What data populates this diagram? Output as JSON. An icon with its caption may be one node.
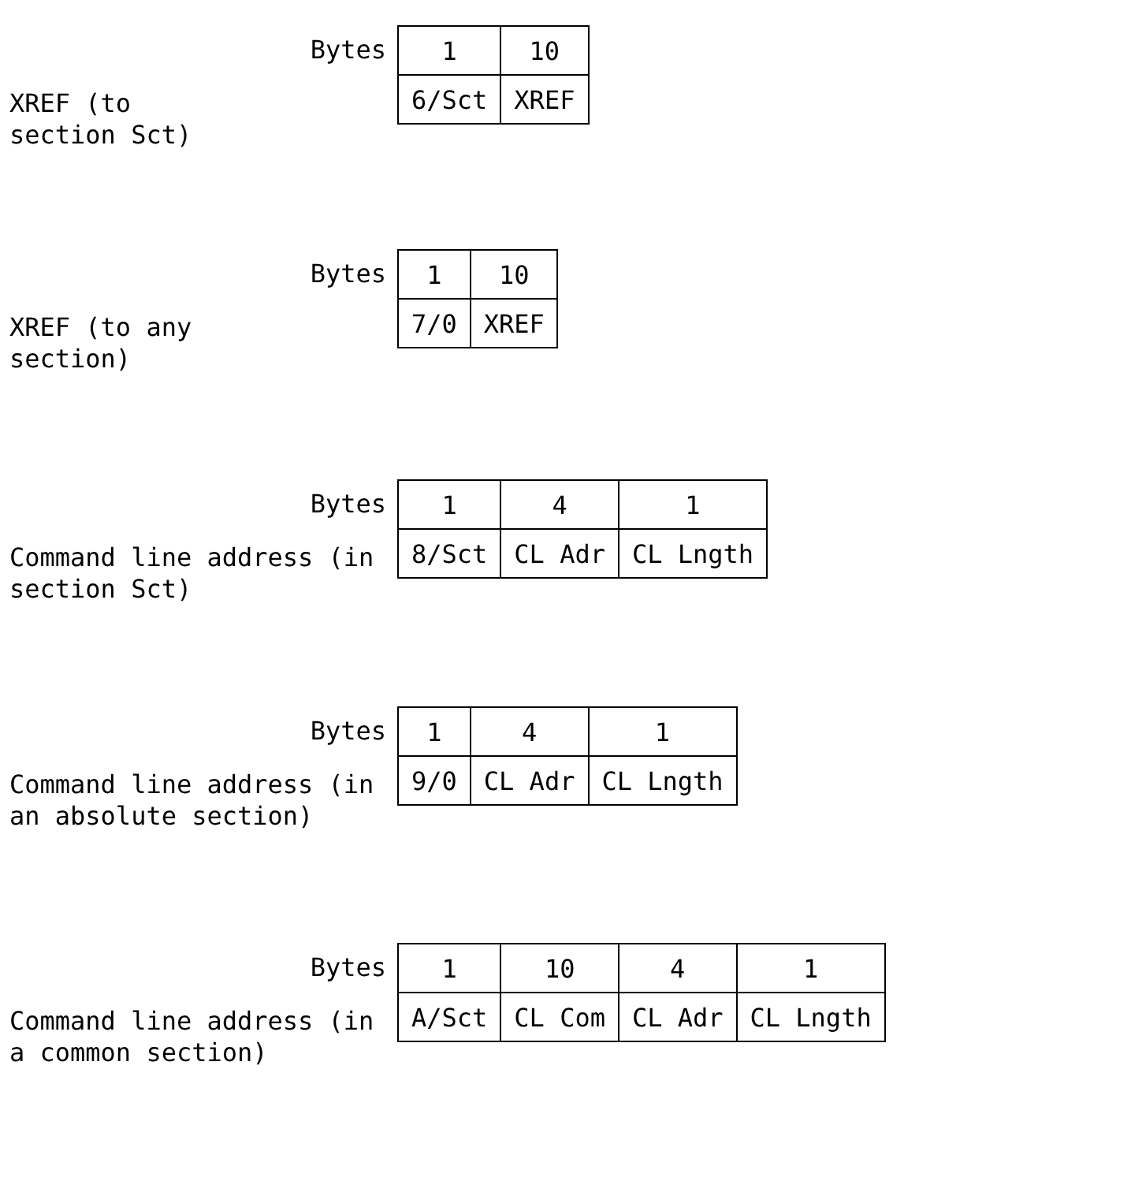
{
  "diagram": {
    "labels": [
      "Bytes",
      "1",
      "10",
      "XREF (to section Sct)",
      "6/Sct",
      "XREF",
      "Bytes",
      "1",
      "10",
      "XREF (to any section)",
      "7/0",
      "XREF",
      "Bytes",
      "1",
      "4",
      "1",
      "Command line address (in section Sct)",
      "8/Sct",
      "CL Adr",
      "CL Lngth",
      "Bytes",
      "1",
      "4",
      "1",
      "Command line address (in an absolute section)",
      "9/0",
      "CL Adr",
      "CL Lngth",
      "Bytes",
      "1",
      "10",
      "4",
      "1",
      "Command line address (in a common section)",
      "A/Sct",
      "CL Com",
      "CL Adr",
      "CL Lngth"
    ]
  }
}
